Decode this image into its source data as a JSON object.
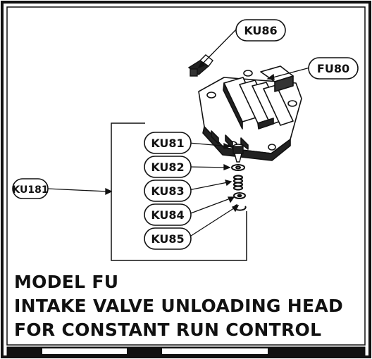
{
  "labels": {
    "ku86": "KU86",
    "fu80": "FU80",
    "ku81": "KU81",
    "ku82": "KU82",
    "ku83": "KU83",
    "ku84": "KU84",
    "ku85": "KU85",
    "ku181": "KU181"
  },
  "caption": {
    "line1": "MODEL FU",
    "line2": "INTAKE VALVE UNLOADING HEAD",
    "line3": "FOR CONSTANT RUN CONTROL"
  }
}
